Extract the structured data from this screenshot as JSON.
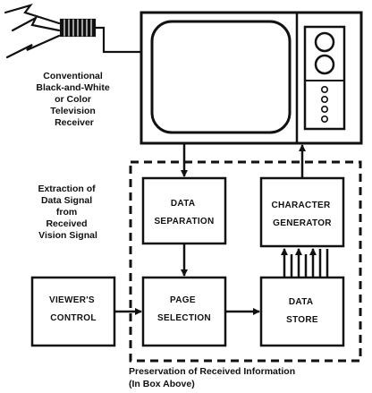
{
  "tv_caption": [
    "Conventional",
    "Black-and-White",
    "or Color",
    "Television",
    "Receiver"
  ],
  "extraction_caption": [
    "Extraction of",
    "Data Signal",
    "from",
    "Received",
    "Vision Signal"
  ],
  "boxes": {
    "data_separation": [
      "DATA",
      "SEPARATION"
    ],
    "character_generator": [
      "CHARACTER",
      "GENERATOR"
    ],
    "viewers_control": [
      "VIEWER'S",
      "CONTROL"
    ],
    "page_selection": [
      "PAGE",
      "SELECTION"
    ],
    "data_store": [
      "DATA",
      "STORE"
    ]
  },
  "preservation_caption": [
    "Preservation of Received Information",
    "(In Box Above)"
  ]
}
